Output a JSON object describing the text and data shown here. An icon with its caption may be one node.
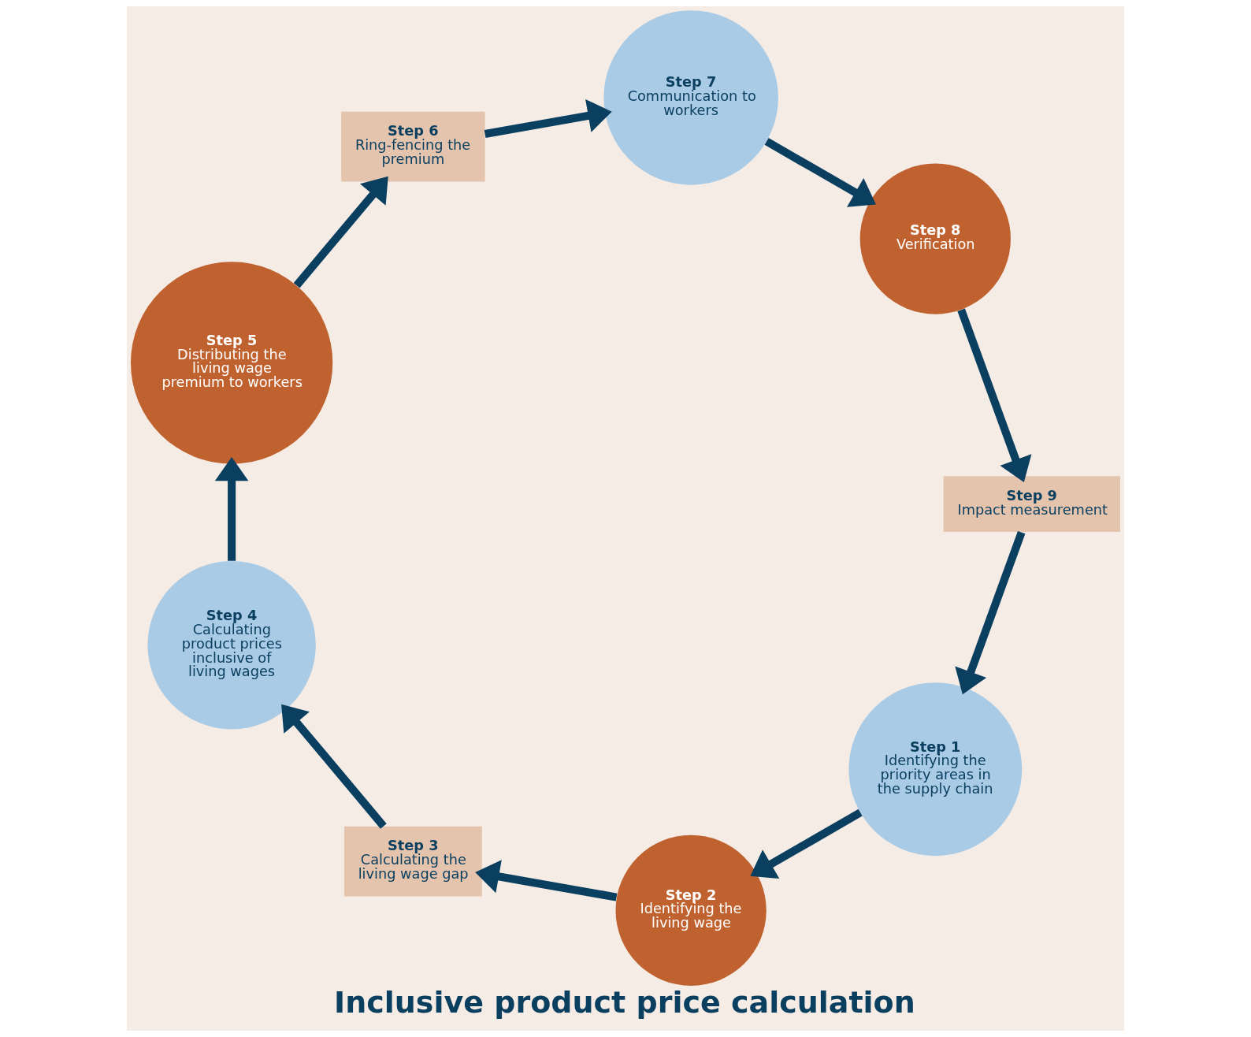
{
  "diagram": {
    "title": "Inclusive product price calculation",
    "nodes": [
      {
        "text": [
          "Step 1",
          "Identifying the priority areas in the supply chain"
        ]
      },
      {
        "text": [
          "Step 2",
          "Identifying the living wage"
        ]
      },
      {
        "text": [
          "Step 3",
          "Calculating the living wage gap"
        ]
      },
      {
        "text": [
          "Step 4",
          "Calculating product prices inclusive of living wages"
        ]
      },
      {
        "text": [
          "Step 5",
          "Distributing the living wage premium to workers"
        ]
      },
      {
        "text": [
          "Step 6",
          "Ring-fencing the premium"
        ]
      },
      {
        "text": [
          "Step 7",
          "Communication to workers"
        ]
      },
      {
        "text": [
          "Step 8",
          "Verification"
        ]
      },
      {
        "text": [
          "Step 9",
          "Impact measurement"
        ]
      }
    ],
    "edges": [
      {
        "from": 0,
        "to": 1,
        "arrow": "to"
      },
      {
        "from": 1,
        "to": 2,
        "arrow": "to"
      },
      {
        "from": 2,
        "to": 3,
        "arrow": "to"
      },
      {
        "from": 3,
        "to": 4,
        "arrow": "to"
      },
      {
        "from": 4,
        "to": 5,
        "arrow": "to"
      },
      {
        "from": 5,
        "to": 6,
        "arrow": "to"
      },
      {
        "from": 6,
        "to": 7,
        "arrow": "to"
      },
      {
        "from": 7,
        "to": 8,
        "arrow": "to"
      },
      {
        "from": 8,
        "to": 0,
        "arrow": "to"
      }
    ]
  }
}
